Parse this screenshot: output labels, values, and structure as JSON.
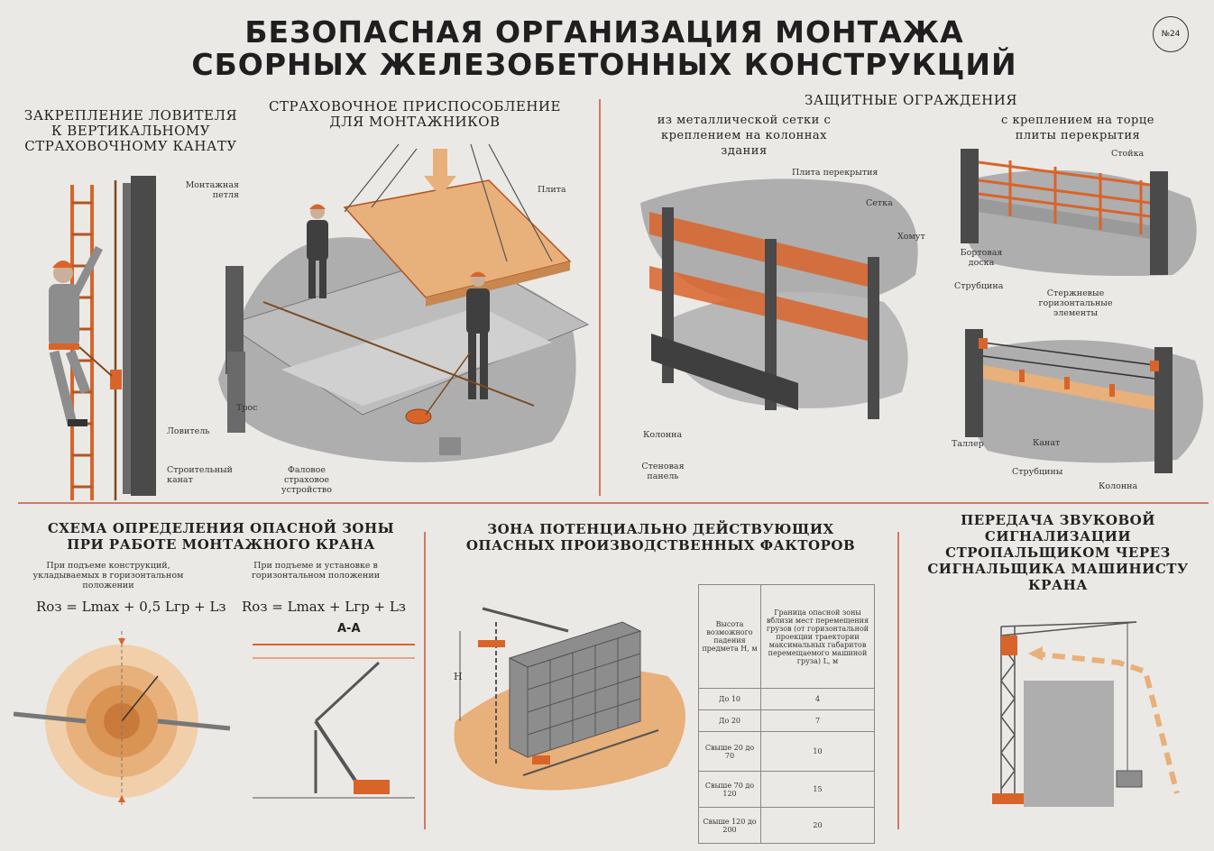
{
  "poster": {
    "title_line1": "БЕЗОПАСНАЯ ОРГАНИЗАЦИЯ МОНТАЖА",
    "title_line2": "СБОРНЫХ ЖЕЛЕЗОБЕТОННЫХ КОНСТРУКЦИЙ",
    "badge": "№24"
  },
  "sections": {
    "catcher": {
      "title": "ЗАКРЕПЛЕНИЕ ЛОВИТЕЛЯ К ВЕРТИКАЛЬНОМУ СТРАХОВОЧНОМУ КАНАТУ",
      "labels": {
        "catcher": "Ловитель",
        "rope": "Строительный канат"
      }
    },
    "safety_device": {
      "title": "СТРАХОВОЧНОЕ ПРИСПОСОБЛЕНИЕ ДЛЯ МОНТАЖНИКОВ",
      "labels": {
        "loop": "Монтажная петля",
        "slab": "Плита",
        "cable": "Трос",
        "device": "Фаловое страховое устройство"
      }
    },
    "guards": {
      "title": "ЗАЩИТНЫЕ ОГРАЖДЕНИЯ",
      "sub_left": "из металлической сетки с креплением на колоннах здания",
      "sub_right": "с креплением на торце плиты перекрытия",
      "labels": {
        "floor_slab": "Плита перекрытия",
        "mesh": "Сетка",
        "clamp": "Хомут",
        "column_left": "Колонна",
        "wall_panel": "Стеновая панель",
        "post": "Стойка",
        "toe_board": "Бортовая доска",
        "strubtsina_top": "Струбцина",
        "rod_elements": "Стержневые горизонтальные элементы",
        "taller": "Таллер",
        "kanat": "Канат",
        "strubtsiny_bottom": "Струбцины",
        "column_right": "Колонна"
      }
    },
    "danger_zone": {
      "title": "СХЕМА ОПРЕДЕЛЕНИЯ ОПАСНОЙ ЗОНЫ ПРИ РАБОТЕ МОНТАЖНОГО КРАНА",
      "note_left": "При подъеме конструкций, укладываемых в горизонтальном положении",
      "note_right": "При подъеме и установке в горизонтальном положении",
      "formula_left": "Rоз = Lmax + 0,5 Lгр + Lз",
      "formula_right": "Rоз = Lmax + Lгр + Lз",
      "section_label": "А-А"
    },
    "factors": {
      "title": "ЗОНА ПОТЕНЦИАЛЬНО ДЕЙСТВУЮЩИХ ОПАСНЫХ ПРОИЗВОДСТВЕННЫХ ФАКТОРОВ",
      "height_label": "H",
      "table": {
        "col1_header": "Высота возможного падения предмета H, м",
        "col2_header": "Граница опасной зоны вблизи мест перемещения грузов (от горизонтальной проекции траектории максимальных габаритов перемещаемого машиной груза) L, м",
        "rows": [
          {
            "h": "До 10",
            "l": "4"
          },
          {
            "h": "До 20",
            "l": "7"
          },
          {
            "h": "Свыше 20 до 70",
            "l": "10"
          },
          {
            "h": "Свыше 70 до 120",
            "l": "15"
          },
          {
            "h": "Свыше 120 до 200",
            "l": "20"
          }
        ]
      }
    },
    "signal": {
      "title": "ПЕРЕДАЧА ЗВУКОВОЙ СИГНАЛИЗАЦИИ СТРОПАЛЬЩИКОМ ЧЕРЕЗ СИГНАЛЬЩИКА МАШИНИСТУ КРАНА"
    }
  },
  "colors": {
    "accent": "#d9642a",
    "divider": "#d07a62",
    "zone": "#e8b07a",
    "steel": "#4a4a4a",
    "ground": "#aeaeae"
  }
}
